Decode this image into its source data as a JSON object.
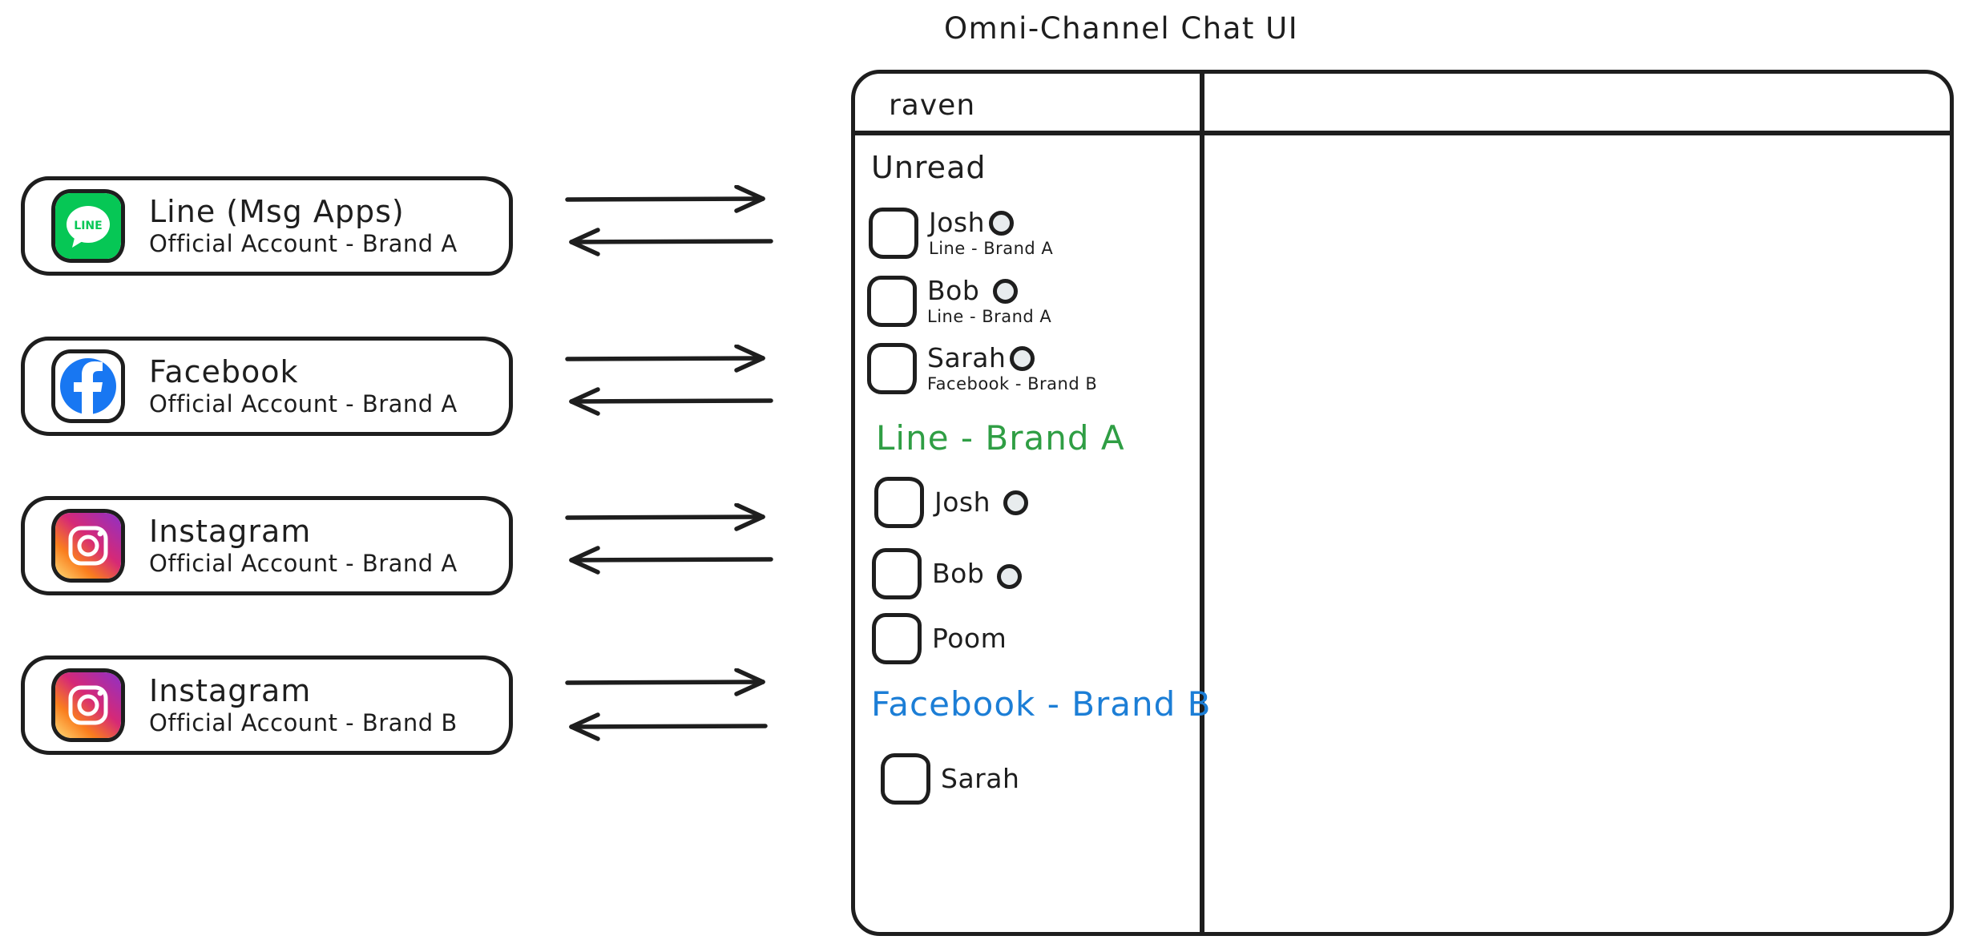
{
  "diagram_title": "Omni-Channel Chat UI",
  "colors": {
    "ink": "#1e1e1e",
    "section_line_brand_a": "#2f9e44",
    "section_facebook_brand_b": "#1c7ed6",
    "line_brand_green": "#06c755",
    "facebook_brand_blue": "#1877f2",
    "instagram_gradient": [
      "#feda75",
      "#fa7e1e",
      "#d62976",
      "#962fbf"
    ],
    "unread_dot_fill": "#e8ecee"
  },
  "channels": [
    {
      "icon": "line-icon",
      "name": "Line (Msg Apps)",
      "subtitle": "Official Account - Brand A"
    },
    {
      "icon": "facebook-icon",
      "name": "Facebook",
      "subtitle": "Official Account - Brand A"
    },
    {
      "icon": "instagram-icon",
      "name": "Instagram",
      "subtitle": "Official Account - Brand A"
    },
    {
      "icon": "instagram-icon",
      "name": "Instagram",
      "subtitle": "Official Account - Brand B"
    }
  ],
  "arrows": {
    "direction": "bidirectional",
    "pairs": 4
  },
  "chat_ui": {
    "app_name": "raven",
    "sections": [
      {
        "label": "Unread",
        "color": "#1e1e1e",
        "items": [
          {
            "name": "Josh",
            "subtitle": "Line - Brand A",
            "unread_dot": true
          },
          {
            "name": "Bob",
            "subtitle": "Line - Brand A",
            "unread_dot": true
          },
          {
            "name": "Sarah",
            "subtitle": "Facebook - Brand B",
            "unread_dot": true
          }
        ]
      },
      {
        "label": "Line - Brand A",
        "color": "#2f9e44",
        "items": [
          {
            "name": "Josh",
            "unread_dot": true
          },
          {
            "name": "Bob",
            "unread_dot": true
          },
          {
            "name": "Poom",
            "unread_dot": false
          }
        ]
      },
      {
        "label": "Facebook - Brand B",
        "color": "#1c7ed6",
        "items": [
          {
            "name": "Sarah",
            "unread_dot": false
          }
        ]
      }
    ]
  }
}
